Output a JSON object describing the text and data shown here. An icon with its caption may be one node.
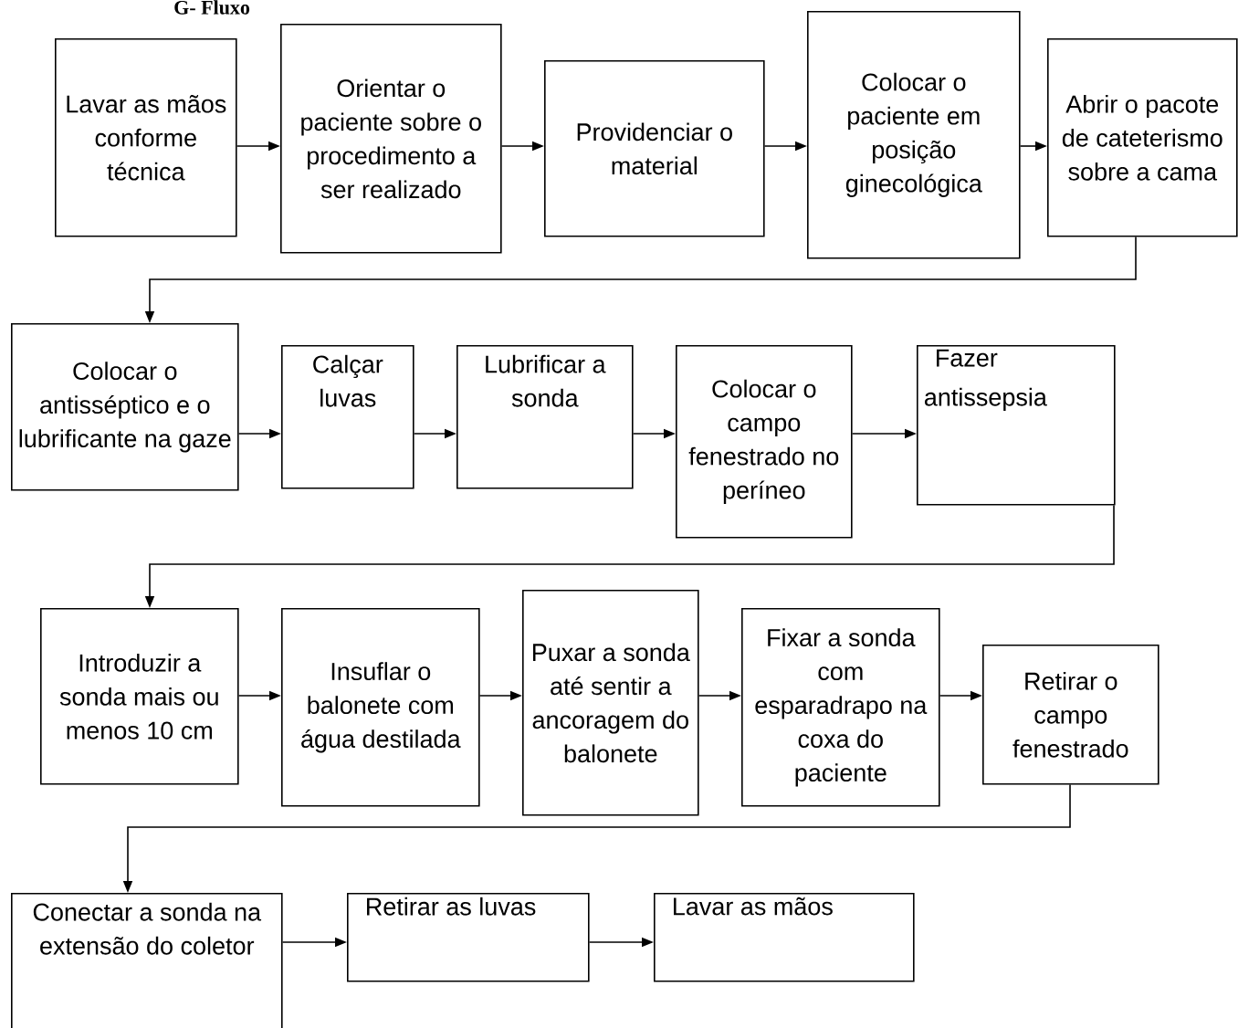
{
  "diagram": {
    "title": "G- Fluxo",
    "nodes": [
      {
        "text": [
          "Lavar as mãos conforme técnica"
        ]
      },
      {
        "text": [
          "Orientar o paciente sobre o procedimento a ser realizado"
        ]
      },
      {
        "text": [
          "Providenciar o material"
        ]
      },
      {
        "text": [
          "Colocar o paciente em posição ginecológica"
        ]
      },
      {
        "text": [
          "Abrir o pacote de cateterismo sobre a cama"
        ]
      },
      {
        "text": [
          "Colocar o antisséptico e o lubrificante na gaze"
        ]
      },
      {
        "text": [
          "Calçar luvas"
        ]
      },
      {
        "text": [
          "Lubrificar a sonda"
        ]
      },
      {
        "text": [
          "Colocar o campo fenestrado no períneo"
        ]
      },
      {
        "text": [
          "Fazer antissepsia"
        ]
      },
      {
        "text": [
          "Introduzir a sonda mais ou menos 10 cm"
        ]
      },
      {
        "text": [
          "Insuflar o balonete com água destilada"
        ]
      },
      {
        "text": [
          "Puxar a sonda até sentir a ancoragem do balonete"
        ]
      },
      {
        "text": [
          "Fixar a sonda com esparadrapo na coxa do paciente"
        ]
      },
      {
        "text": [
          "Retirar o campo fenestrado"
        ]
      },
      {
        "text": [
          "Conectar a sonda na extensão do coletor"
        ]
      },
      {
        "text": [
          "Retirar as luvas"
        ]
      },
      {
        "text": [
          "Lavar as mãos"
        ]
      }
    ],
    "edges": [
      {
        "from": 0,
        "to": 1,
        "arrow": "to"
      },
      {
        "from": 1,
        "to": 2,
        "arrow": "to"
      },
      {
        "from": 2,
        "to": 3,
        "arrow": "to"
      },
      {
        "from": 3,
        "to": 4,
        "arrow": "to"
      },
      {
        "from": 4,
        "to": 5,
        "arrow": "to"
      },
      {
        "from": 5,
        "to": 6,
        "arrow": "to"
      },
      {
        "from": 6,
        "to": 7,
        "arrow": "to"
      },
      {
        "from": 7,
        "to": 8,
        "arrow": "to"
      },
      {
        "from": 8,
        "to": 9,
        "arrow": "to"
      },
      {
        "from": 9,
        "to": 10,
        "arrow": "to"
      },
      {
        "from": 10,
        "to": 11,
        "arrow": "to"
      },
      {
        "from": 11,
        "to": 12,
        "arrow": "to"
      },
      {
        "from": 12,
        "to": 13,
        "arrow": "to"
      },
      {
        "from": 13,
        "to": 14,
        "arrow": "to"
      },
      {
        "from": 14,
        "to": 15,
        "arrow": "to"
      },
      {
        "from": 15,
        "to": 16,
        "arrow": "to"
      },
      {
        "from": 16,
        "to": 17,
        "arrow": "to"
      }
    ]
  }
}
